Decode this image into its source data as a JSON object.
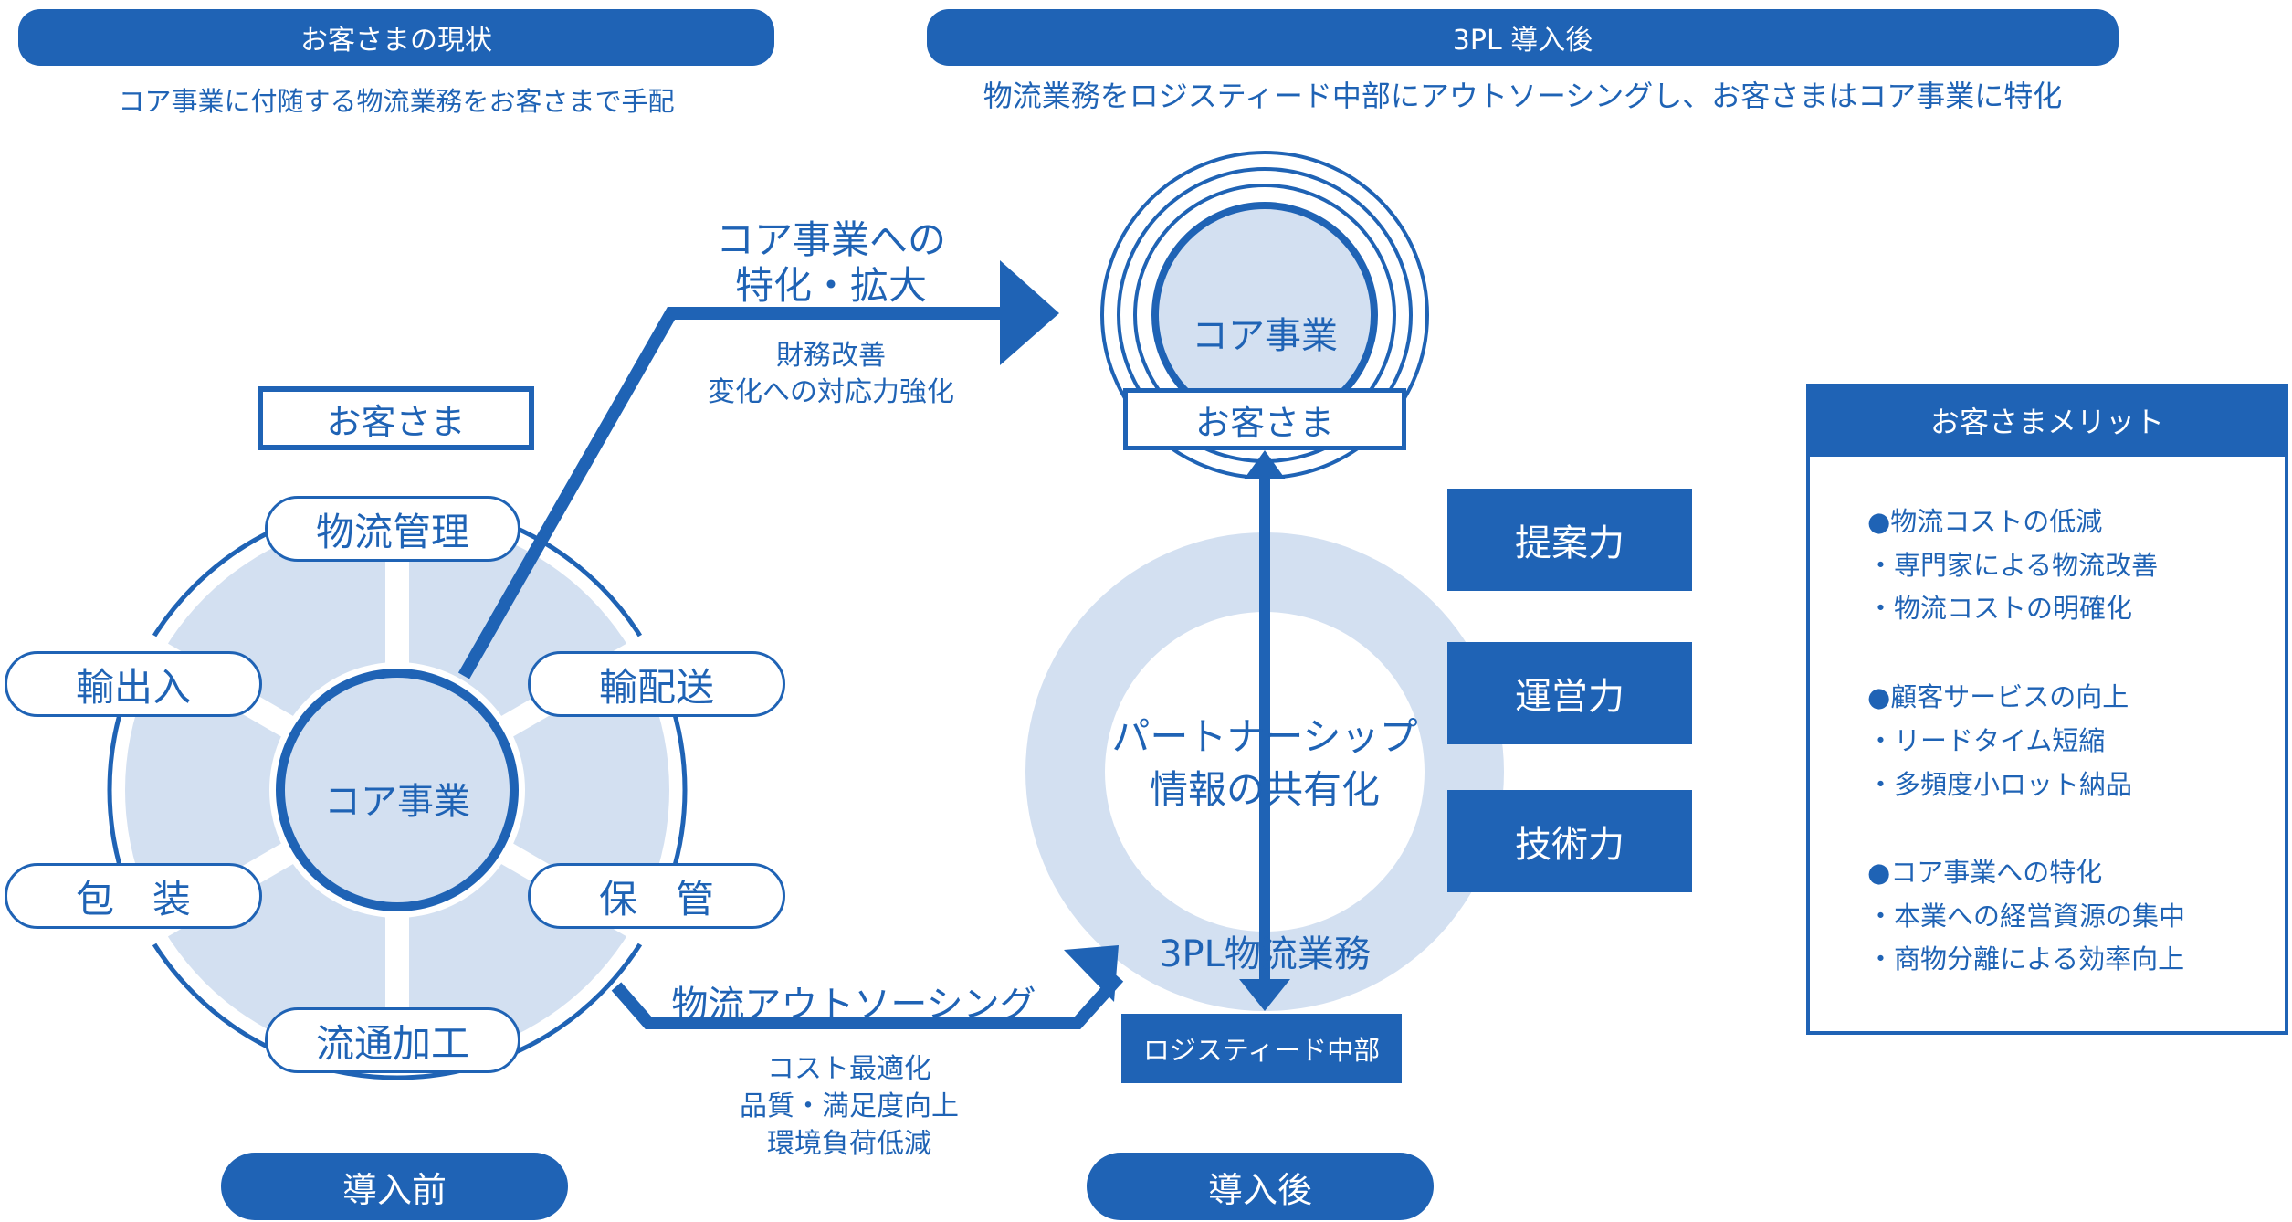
{
  "left_header": {
    "title": "お客さまの現状",
    "subtitle": "コア事業に付随する物流業務をお客さまで手配"
  },
  "right_header": {
    "title": "3PL 導入後",
    "subtitle": "物流業務をロジスティード中部にアウトソーシングし、お客さまはコア事業に特化"
  },
  "before": {
    "customer_label": "お客さま",
    "core_label": "コア事業",
    "tasks": {
      "logistics_mgmt": "物流管理",
      "import_export": "輸出入",
      "delivery": "輸配送",
      "packaging": "包　装",
      "storage": "保　管",
      "processing": "流通加工"
    },
    "footer": "導入前"
  },
  "arrows": {
    "upper_title_1": "コア事業への",
    "upper_title_2": "特化・拡大",
    "upper_sub_1": "財務改善",
    "upper_sub_2": "変化への対応力強化",
    "lower_title": "物流アウトソーシング",
    "lower_sub_1": "コスト最適化",
    "lower_sub_2": "品質・満足度向上",
    "lower_sub_3": "環境負荷低減"
  },
  "after": {
    "core_label": "コア事業",
    "customer_label": "お客さま",
    "partnership_1": "パートナーシップ",
    "partnership_2": "情報の共有化",
    "logistics_ops": "3PL物流業務",
    "provider": "ロジスティード中部",
    "strengths": [
      "提案力",
      "運営力",
      "技術力"
    ],
    "footer": "導入後"
  },
  "merits": {
    "title": "お客さまメリット",
    "groups": [
      {
        "head": "●物流コストの低減",
        "items": [
          "・専門家による物流改善",
          "・物流コストの明確化"
        ]
      },
      {
        "head": "●顧客サービスの向上",
        "items": [
          "・リードタイム短縮",
          "・多頻度小ロット納品"
        ]
      },
      {
        "head": "●コア事業への特化",
        "items": [
          "・本業への経営資源の集中",
          "・商物分離による効率向上"
        ]
      }
    ]
  },
  "colors": {
    "primary": "#1f63b5",
    "light": "#d3e0f1"
  }
}
